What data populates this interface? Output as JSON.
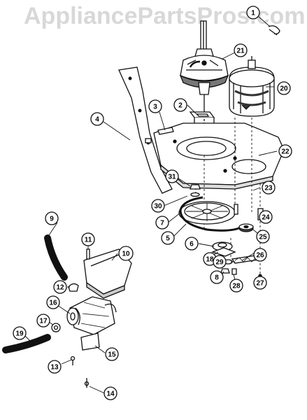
{
  "watermark": {
    "text": "AppliancePartsPros.com"
  },
  "callouts": [
    {
      "id": "c1",
      "label": "1"
    },
    {
      "id": "c2",
      "label": "2"
    },
    {
      "id": "c3",
      "label": "3"
    },
    {
      "id": "c4",
      "label": "4"
    },
    {
      "id": "c5",
      "label": "5"
    },
    {
      "id": "c6",
      "label": "6"
    },
    {
      "id": "c7",
      "label": "7"
    },
    {
      "id": "c8",
      "label": "8"
    },
    {
      "id": "c9",
      "label": "9"
    },
    {
      "id": "c10",
      "label": "10"
    },
    {
      "id": "c11",
      "label": "11"
    },
    {
      "id": "c12",
      "label": "12"
    },
    {
      "id": "c13",
      "label": "13"
    },
    {
      "id": "c14",
      "label": "14"
    },
    {
      "id": "c15",
      "label": "15"
    },
    {
      "id": "c16",
      "label": "16"
    },
    {
      "id": "c17",
      "label": "17"
    },
    {
      "id": "c18",
      "label": "18"
    },
    {
      "id": "c19",
      "label": "19"
    },
    {
      "id": "c20",
      "label": "20"
    },
    {
      "id": "c21",
      "label": "21"
    },
    {
      "id": "c22",
      "label": "22"
    },
    {
      "id": "c23",
      "label": "23"
    },
    {
      "id": "c24",
      "label": "24"
    },
    {
      "id": "c25",
      "label": "25"
    },
    {
      "id": "c26",
      "label": "26"
    },
    {
      "id": "c27",
      "label": "27"
    },
    {
      "id": "c28",
      "label": "28"
    },
    {
      "id": "c29",
      "label": "29"
    },
    {
      "id": "c30",
      "label": "30"
    },
    {
      "id": "c31",
      "label": "31"
    }
  ]
}
